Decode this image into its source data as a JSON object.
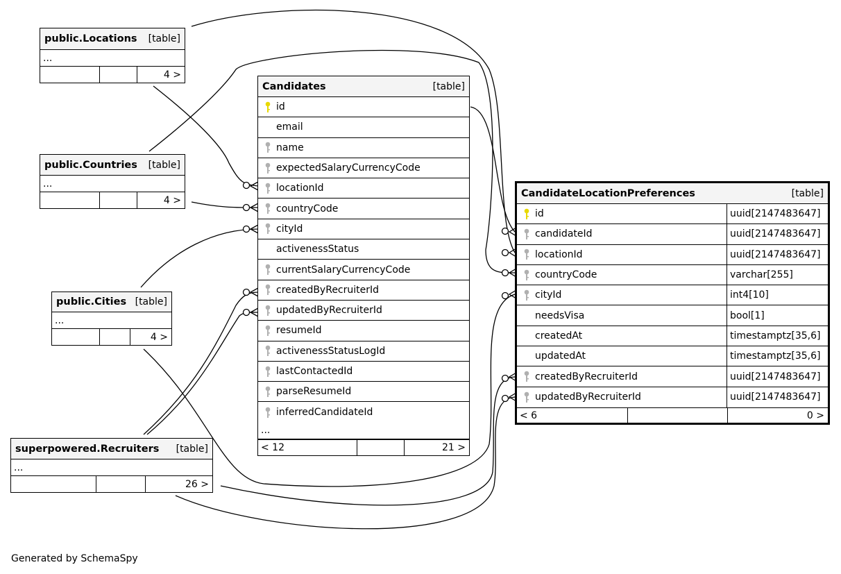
{
  "generated_by": "Generated by SchemaSpy",
  "colors": {
    "primary_key": "#e8d900",
    "foreign_key": "#b0b0b0",
    "header_bg": "#f4f4f4"
  },
  "tables": {
    "locations": {
      "name": "public.Locations",
      "tag": "[table]",
      "ellipsis": "...",
      "foot_right": "4 >"
    },
    "countries": {
      "name": "public.Countries",
      "tag": "[table]",
      "ellipsis": "...",
      "foot_right": "4 >"
    },
    "cities": {
      "name": "public.Cities",
      "tag": "[table]",
      "ellipsis": "...",
      "foot_right": "4 >"
    },
    "recruiters": {
      "name": "superpowered.Recruiters",
      "tag": "[table]",
      "ellipsis": "...",
      "foot_right": "26 >"
    },
    "candidates": {
      "name": "Candidates",
      "tag": "[table]",
      "columns": [
        {
          "name": "id",
          "key": "pk"
        },
        {
          "name": "email",
          "key": "none"
        },
        {
          "name": "name",
          "key": "fk"
        },
        {
          "name": "expectedSalaryCurrencyCode",
          "key": "fk"
        },
        {
          "name": "locationId",
          "key": "fk"
        },
        {
          "name": "countryCode",
          "key": "fk"
        },
        {
          "name": "cityId",
          "key": "fk"
        },
        {
          "name": "activenessStatus",
          "key": "none"
        },
        {
          "name": "currentSalaryCurrencyCode",
          "key": "fk"
        },
        {
          "name": "createdByRecruiterId",
          "key": "fk"
        },
        {
          "name": "updatedByRecruiterId",
          "key": "fk"
        },
        {
          "name": "resumeId",
          "key": "fk"
        },
        {
          "name": "activenessStatusLogId",
          "key": "fk"
        },
        {
          "name": "lastContactedId",
          "key": "fk"
        },
        {
          "name": "parseResumeId",
          "key": "fk"
        },
        {
          "name": "inferredCandidateId",
          "key": "fk"
        }
      ],
      "ellipsis": "...",
      "foot_left": "< 12",
      "foot_right": "21 >"
    },
    "preferences": {
      "name": "CandidateLocationPreferences",
      "tag": "[table]",
      "columns": [
        {
          "name": "id",
          "type": "uuid[2147483647]",
          "key": "pk"
        },
        {
          "name": "candidateId",
          "type": "uuid[2147483647]",
          "key": "fk"
        },
        {
          "name": "locationId",
          "type": "uuid[2147483647]",
          "key": "fk"
        },
        {
          "name": "countryCode",
          "type": "varchar[255]",
          "key": "fk"
        },
        {
          "name": "cityId",
          "type": "int4[10]",
          "key": "fk"
        },
        {
          "name": "needsVisa",
          "type": "bool[1]",
          "key": "none"
        },
        {
          "name": "createdAt",
          "type": "timestamptz[35,6]",
          "key": "none"
        },
        {
          "name": "updatedAt",
          "type": "timestamptz[35,6]",
          "key": "none"
        },
        {
          "name": "createdByRecruiterId",
          "type": "uuid[2147483647]",
          "key": "fk"
        },
        {
          "name": "updatedByRecruiterId",
          "type": "uuid[2147483647]",
          "key": "fk"
        }
      ],
      "foot_left": "< 6",
      "foot_right": "0 >"
    }
  }
}
